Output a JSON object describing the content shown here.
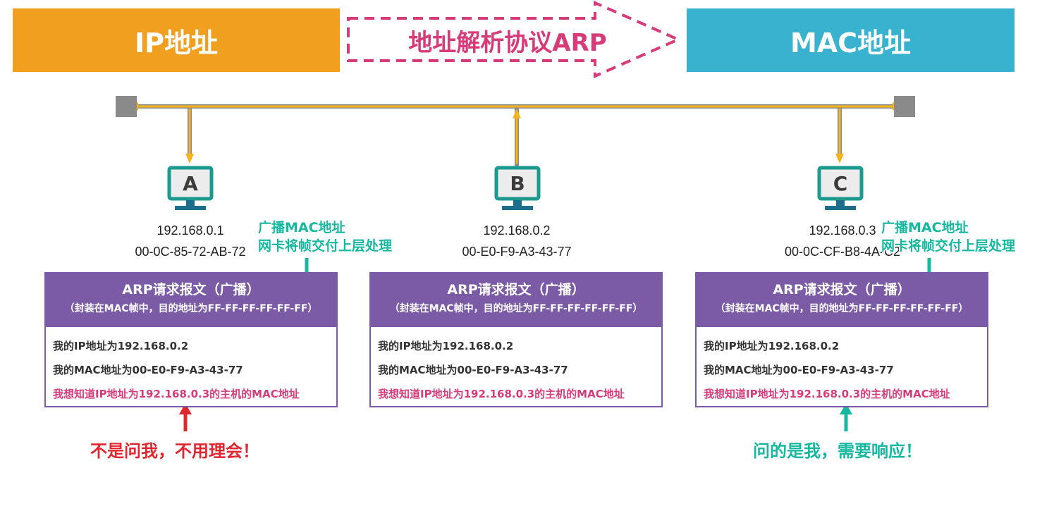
{
  "banners": {
    "ip": "IP地址",
    "arp": "地址解析协议ARP",
    "mac": "MAC地址"
  },
  "hosts": [
    {
      "letter": "A",
      "ip": "192.168.0.1",
      "mac": "00-0C-85-72-AB-72"
    },
    {
      "letter": "B",
      "ip": "192.168.0.2",
      "mac": "00-E0-F9-A3-43-77"
    },
    {
      "letter": "C",
      "ip": "192.168.0.3",
      "mac": "00-0C-CF-B8-4A-C2"
    }
  ],
  "callout": {
    "line1": "广播MAC地址",
    "line2": "网卡将帧交付上层处理"
  },
  "arp_box": {
    "title": "ARP请求报文（广播）",
    "subtitle": "（封装在MAC帧中，目的地址为FF-FF-FF-FF-FF-FF）",
    "line1": "我的IP地址为192.168.0.2",
    "line2": "我的MAC地址为00-E0-F9-A3-43-77",
    "line3": "我想知道IP地址为192.168.0.3的主机的MAC地址"
  },
  "notes": {
    "a": "不是问我，不用理会！",
    "c": "问的是我，需要响应！"
  },
  "colors": {
    "orange": "#F0A01E",
    "blue": "#38B2CF",
    "pink": "#D63B7A",
    "purple": "#7B5BA6",
    "teal": "#17B89F",
    "red": "#E0262E"
  }
}
